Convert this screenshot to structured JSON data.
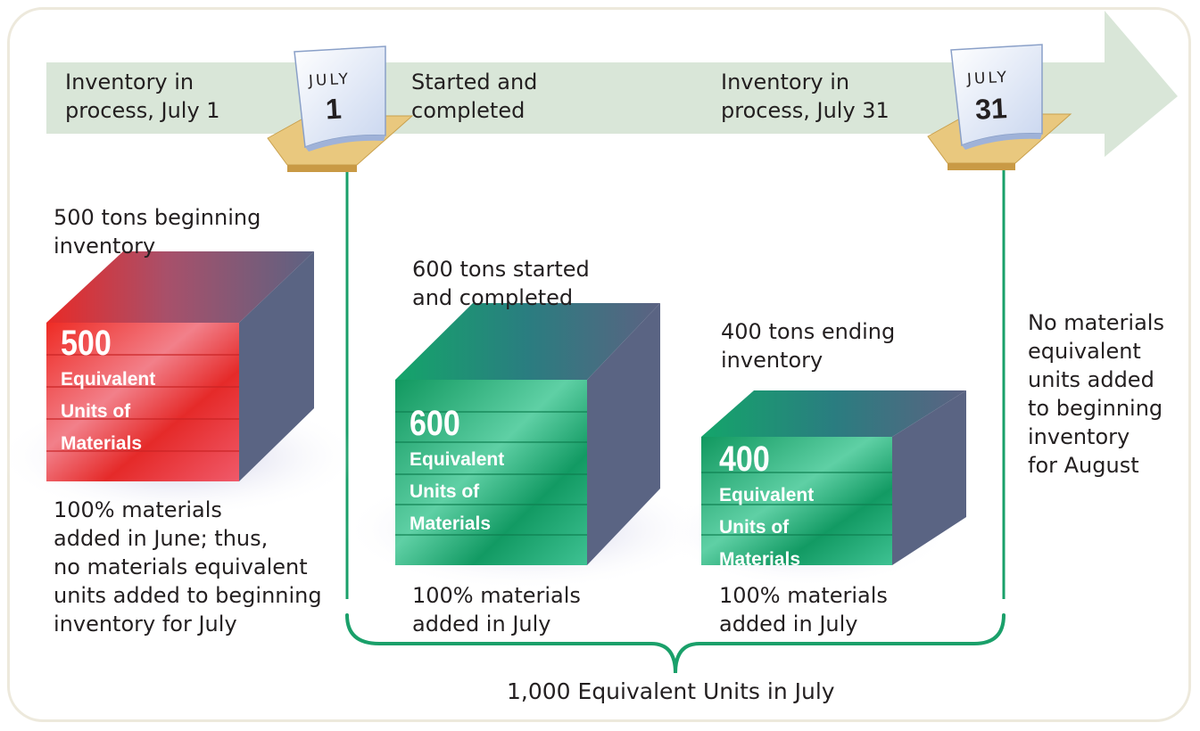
{
  "timeline": {
    "inventory_july1": "Inventory in\nprocess, July 1",
    "started_completed": "Started and\ncompleted",
    "inventory_july31": "Inventory in\nprocess, July 31"
  },
  "calendars": [
    {
      "month": "JULY",
      "day": "1"
    },
    {
      "month": "JULY",
      "day": "31"
    }
  ],
  "beginning": {
    "heading": "500 tons beginning\ninventory",
    "cube_number": "500",
    "cube_line1": "Equivalent",
    "cube_line2": "Units of",
    "cube_line3": "Materials",
    "note": "100% materials\nadded in June; thus,\nno materials equivalent\nunits added to beginning\ninventory for July"
  },
  "started": {
    "heading": "600 tons started\nand completed",
    "cube_number": "600",
    "cube_line1": "Equivalent",
    "cube_line2": "Units of",
    "cube_line3": "Materials",
    "note": "100% materials\nadded in July"
  },
  "ending": {
    "heading": "400 tons ending\ninventory",
    "cube_number": "400",
    "cube_line1": "Equivalent",
    "cube_line2": "Units of",
    "cube_line3": "Materials",
    "note": "100% materials\nadded in July"
  },
  "august_note": "No materials\nequivalent\nunits added\nto beginning\ninventory\nfor August",
  "total_label": "1,000 Equivalent Units in July",
  "colors": {
    "arrow": "#d9e6d8",
    "divider": "#1aa06a",
    "red_face": "#e8302c",
    "green_face": "#159a64",
    "side_face": "#5a6483",
    "border": "#ede9dc"
  }
}
